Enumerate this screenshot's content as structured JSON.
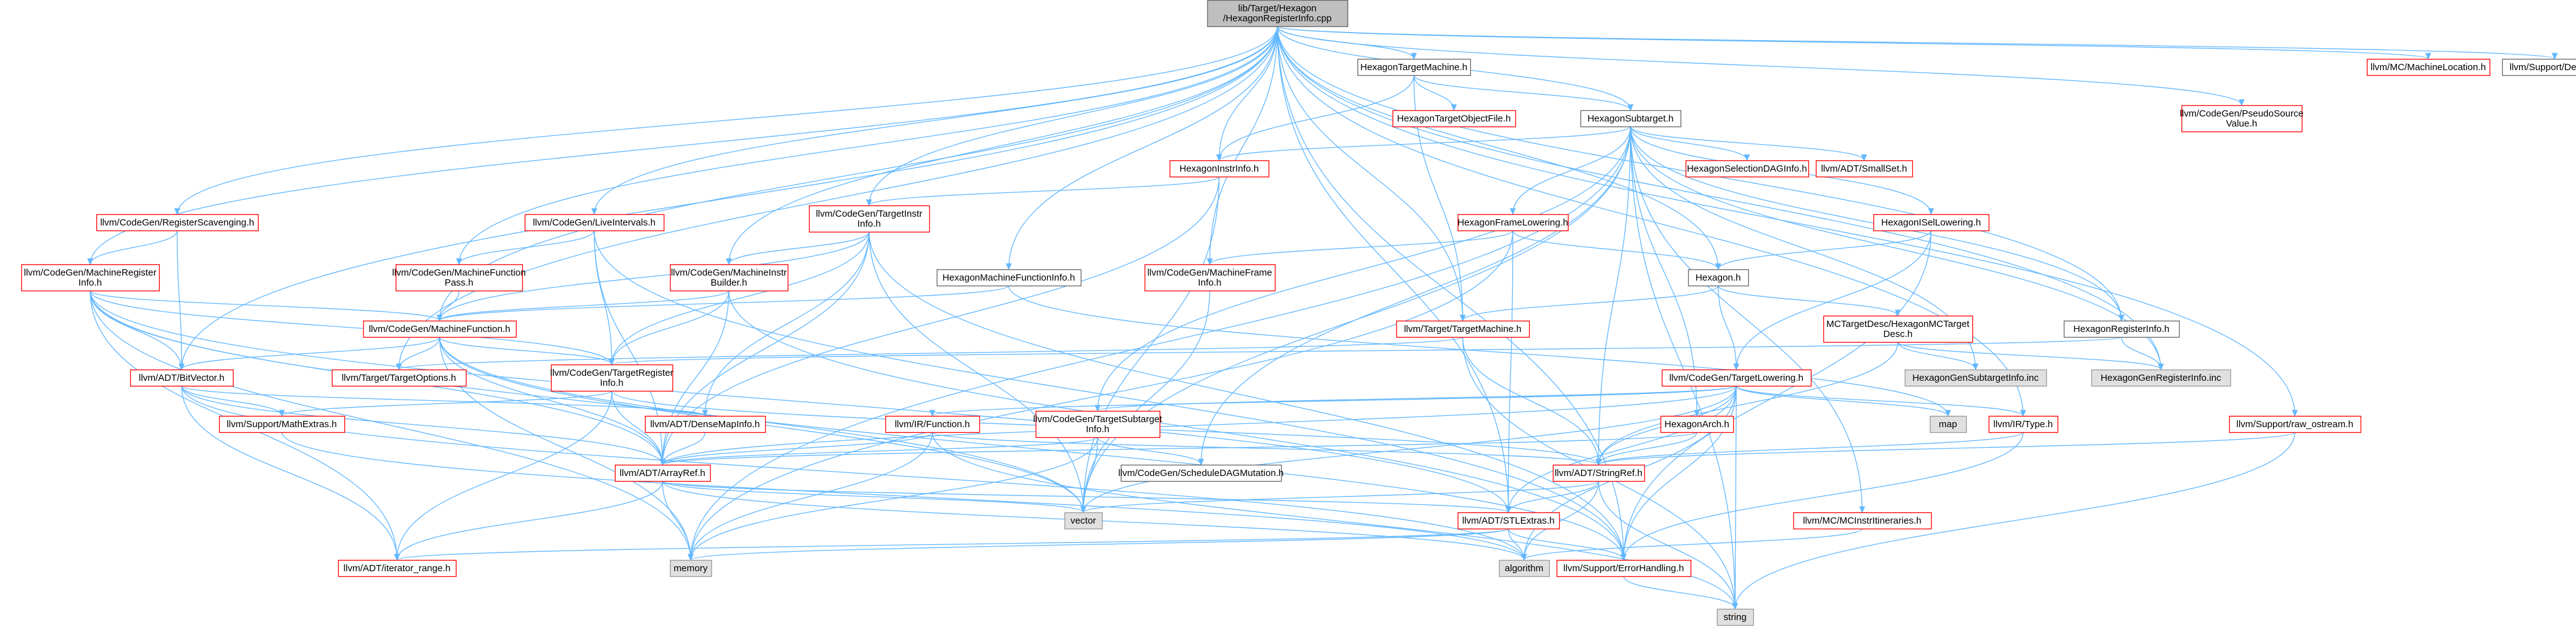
{
  "page": {
    "title": "lib/Target/Hexagon/HexagonRegisterInfo.cpp",
    "diagram_type": "include-dependency-graph"
  },
  "colors": {
    "root_fill": "#bfbfbf",
    "normal_fill": "#ffffff",
    "normal_border": "#666666",
    "linked_border": "#ff0000",
    "external_fill": "#e0e0e0",
    "external_border": "#999999",
    "edge": "#63b8ff"
  },
  "diagram": {
    "nodes": [
      {
        "id": "root",
        "lines": [
          "lib/Target/Hexagon",
          "/HexagonRegisterInfo.cpp"
        ],
        "kind": "root"
      },
      {
        "id": "htm",
        "lines": [
          "HexagonTargetMachine.h"
        ],
        "kind": "normal"
      },
      {
        "id": "mcloc",
        "lines": [
          "llvm/MC/MachineLocation.h"
        ],
        "kind": "link"
      },
      {
        "id": "debug",
        "lines": [
          "llvm/Support/Debug.h"
        ],
        "kind": "normal"
      },
      {
        "id": "htof",
        "lines": [
          "HexagonTargetObjectFile.h"
        ],
        "kind": "link"
      },
      {
        "id": "hsub",
        "lines": [
          "HexagonSubtarget.h"
        ],
        "kind": "normal"
      },
      {
        "id": "psv",
        "lines": [
          "llvm/CodeGen/PseudoSource",
          "Value.h"
        ],
        "kind": "link"
      },
      {
        "id": "hii",
        "lines": [
          "HexagonInstrInfo.h"
        ],
        "kind": "link"
      },
      {
        "id": "hsdag",
        "lines": [
          "HexagonSelectionDAGInfo.h"
        ],
        "kind": "link"
      },
      {
        "id": "smallset",
        "lines": [
          "llvm/ADT/SmallSet.h"
        ],
        "kind": "link"
      },
      {
        "id": "tii",
        "lines": [
          "llvm/CodeGen/TargetInstr",
          "Info.h"
        ],
        "kind": "link"
      },
      {
        "id": "regscav",
        "lines": [
          "llvm/CodeGen/RegisterScavenging.h"
        ],
        "kind": "link"
      },
      {
        "id": "liveint",
        "lines": [
          "llvm/CodeGen/LiveIntervals.h"
        ],
        "kind": "link"
      },
      {
        "id": "hfl",
        "lines": [
          "HexagonFrameLowering.h"
        ],
        "kind": "link"
      },
      {
        "id": "hisel",
        "lines": [
          "HexagonISelLowering.h"
        ],
        "kind": "link"
      },
      {
        "id": "mri",
        "lines": [
          "llvm/CodeGen/MachineRegister",
          "Info.h"
        ],
        "kind": "link"
      },
      {
        "id": "mfp",
        "lines": [
          "llvm/CodeGen/MachineFunction",
          "Pass.h"
        ],
        "kind": "link"
      },
      {
        "id": "mib",
        "lines": [
          "llvm/CodeGen/MachineInstr",
          "Builder.h"
        ],
        "kind": "link"
      },
      {
        "id": "hmfi",
        "lines": [
          "HexagonMachineFunctionInfo.h"
        ],
        "kind": "normal"
      },
      {
        "id": "mfi",
        "lines": [
          "llvm/CodeGen/MachineFrame",
          "Info.h"
        ],
        "kind": "link"
      },
      {
        "id": "hexh",
        "lines": [
          "Hexagon.h"
        ],
        "kind": "normal"
      },
      {
        "id": "mf",
        "lines": [
          "llvm/CodeGen/MachineFunction.h"
        ],
        "kind": "link"
      },
      {
        "id": "tm",
        "lines": [
          "llvm/Target/TargetMachine.h"
        ],
        "kind": "link"
      },
      {
        "id": "mctd",
        "lines": [
          "MCTargetDesc/HexagonMCTarget",
          "Desc.h"
        ],
        "kind": "link"
      },
      {
        "id": "hri",
        "lines": [
          "HexagonRegisterInfo.h"
        ],
        "kind": "normal"
      },
      {
        "id": "bitvec",
        "lines": [
          "llvm/ADT/BitVector.h"
        ],
        "kind": "link"
      },
      {
        "id": "topt",
        "lines": [
          "llvm/Target/TargetOptions.h"
        ],
        "kind": "link"
      },
      {
        "id": "tri",
        "lines": [
          "llvm/CodeGen/TargetRegister",
          "Info.h"
        ],
        "kind": "link"
      },
      {
        "id": "hgsub",
        "lines": [
          "HexagonGenSubtargetInfo.inc"
        ],
        "kind": "ext"
      },
      {
        "id": "hgreg",
        "lines": [
          "HexagonGenRegisterInfo.inc"
        ],
        "kind": "ext"
      },
      {
        "id": "tl",
        "lines": [
          "llvm/CodeGen/TargetLowering.h"
        ],
        "kind": "link"
      },
      {
        "id": "map",
        "lines": [
          "map"
        ],
        "kind": "ext"
      },
      {
        "id": "irtype",
        "lines": [
          "llvm/IR/Type.h"
        ],
        "kind": "link"
      },
      {
        "id": "rawos",
        "lines": [
          "llvm/Support/raw_ostream.h"
        ],
        "kind": "link"
      },
      {
        "id": "mathx",
        "lines": [
          "llvm/Support/MathExtras.h"
        ],
        "kind": "link"
      },
      {
        "id": "densemap",
        "lines": [
          "llvm/ADT/DenseMapInfo.h"
        ],
        "kind": "link"
      },
      {
        "id": "irfunc",
        "lines": [
          "llvm/IR/Function.h"
        ],
        "kind": "link"
      },
      {
        "id": "tsi",
        "lines": [
          "llvm/CodeGen/TargetSubtarget",
          "Info.h"
        ],
        "kind": "link"
      },
      {
        "id": "harch",
        "lines": [
          "HexagonArch.h"
        ],
        "kind": "link"
      },
      {
        "id": "arrayref",
        "lines": [
          "llvm/ADT/ArrayRef.h"
        ],
        "kind": "link"
      },
      {
        "id": "sdm",
        "lines": [
          "llvm/CodeGen/ScheduleDAGMutation.h"
        ],
        "kind": "normal"
      },
      {
        "id": "strref",
        "lines": [
          "llvm/ADT/StringRef.h"
        ],
        "kind": "link"
      },
      {
        "id": "vector",
        "lines": [
          "vector"
        ],
        "kind": "ext"
      },
      {
        "id": "stlext",
        "lines": [
          "llvm/ADT/STLExtras.h"
        ],
        "kind": "link"
      },
      {
        "id": "mciti",
        "lines": [
          "llvm/MC/MCInstrItineraries.h"
        ],
        "kind": "link"
      },
      {
        "id": "memory",
        "lines": [
          "memory"
        ],
        "kind": "ext"
      },
      {
        "id": "iterrange",
        "lines": [
          "llvm/ADT/iterator_range.h"
        ],
        "kind": "link"
      },
      {
        "id": "algorithm",
        "lines": [
          "algorithm"
        ],
        "kind": "ext"
      },
      {
        "id": "errh",
        "lines": [
          "llvm/Support/ErrorHandling.h"
        ],
        "kind": "link"
      },
      {
        "id": "string",
        "lines": [
          "string"
        ],
        "kind": "ext"
      }
    ],
    "edges": [
      [
        "root",
        "htm"
      ],
      [
        "root",
        "mcloc"
      ],
      [
        "root",
        "debug"
      ],
      [
        "root",
        "hsub"
      ],
      [
        "root",
        "psv"
      ],
      [
        "root",
        "hii"
      ],
      [
        "root",
        "tii"
      ],
      [
        "root",
        "regscav"
      ],
      [
        "root",
        "liveint"
      ],
      [
        "root",
        "mri"
      ],
      [
        "root",
        "mfp"
      ],
      [
        "root",
        "mib"
      ],
      [
        "root",
        "hmfi"
      ],
      [
        "root",
        "mfi"
      ],
      [
        "root",
        "hexh"
      ],
      [
        "root",
        "mf"
      ],
      [
        "root",
        "tm"
      ],
      [
        "root",
        "hri"
      ],
      [
        "root",
        "bitvec"
      ],
      [
        "root",
        "topt"
      ],
      [
        "root",
        "hgreg"
      ],
      [
        "root",
        "irtype"
      ],
      [
        "root",
        "rawos"
      ],
      [
        "root",
        "stlext"
      ],
      [
        "root",
        "errh"
      ],
      [
        "htm",
        "htof"
      ],
      [
        "htm",
        "hsub"
      ],
      [
        "htm",
        "tm"
      ],
      [
        "htm",
        "hii"
      ],
      [
        "hsub",
        "hii"
      ],
      [
        "hsub",
        "hsdag"
      ],
      [
        "hsub",
        "smallset"
      ],
      [
        "hsub",
        "hfl"
      ],
      [
        "hsub",
        "hisel"
      ],
      [
        "hsub",
        "hri"
      ],
      [
        "hsub",
        "harch"
      ],
      [
        "hsub",
        "hgsub"
      ],
      [
        "hsub",
        "hgreg"
      ],
      [
        "hsub",
        "tsi"
      ],
      [
        "hsub",
        "sdm"
      ],
      [
        "hsub",
        "strref"
      ],
      [
        "hsub",
        "mciti"
      ],
      [
        "hsub",
        "memory"
      ],
      [
        "hsub",
        "string"
      ],
      [
        "hsub",
        "vector"
      ],
      [
        "hii",
        "tii"
      ],
      [
        "hii",
        "arrayref"
      ],
      [
        "hii",
        "vector"
      ],
      [
        "tii",
        "mf"
      ],
      [
        "tii",
        "tri"
      ],
      [
        "tii",
        "densemap"
      ],
      [
        "tii",
        "arrayref"
      ],
      [
        "tii",
        "vector"
      ],
      [
        "tii",
        "errh"
      ],
      [
        "tii",
        "mib"
      ],
      [
        "regscav",
        "mri"
      ],
      [
        "regscav",
        "bitvec"
      ],
      [
        "liveint",
        "mfp"
      ],
      [
        "liveint",
        "tri"
      ],
      [
        "liveint",
        "arrayref"
      ],
      [
        "liveint",
        "errh"
      ],
      [
        "hfl",
        "hexh"
      ],
      [
        "hfl",
        "mfi"
      ],
      [
        "hfl",
        "stlext"
      ],
      [
        "hfl",
        "memory"
      ],
      [
        "hisel",
        "hexh"
      ],
      [
        "hisel",
        "tl"
      ],
      [
        "hisel",
        "errh"
      ],
      [
        "mri",
        "mf"
      ],
      [
        "mri",
        "bitvec"
      ],
      [
        "mri",
        "tri"
      ],
      [
        "mri",
        "arrayref"
      ],
      [
        "mri",
        "iterrange"
      ],
      [
        "mri",
        "memory"
      ],
      [
        "mri",
        "vector"
      ],
      [
        "mri",
        "stlext"
      ],
      [
        "mfp",
        "mf"
      ],
      [
        "mib",
        "mf"
      ],
      [
        "mib",
        "tri"
      ],
      [
        "mib",
        "errh"
      ],
      [
        "mib",
        "arrayref"
      ],
      [
        "hmfi",
        "mf"
      ],
      [
        "hmfi",
        "map"
      ],
      [
        "mfi",
        "vector"
      ],
      [
        "hexh",
        "tm"
      ],
      [
        "hexh",
        "mctd"
      ],
      [
        "hexh",
        "tl"
      ],
      [
        "mf",
        "bitvec"
      ],
      [
        "mf",
        "arrayref"
      ],
      [
        "mf",
        "tri"
      ],
      [
        "mf",
        "topt"
      ],
      [
        "mf",
        "memory"
      ],
      [
        "mf",
        "errh"
      ],
      [
        "mf",
        "vector"
      ],
      [
        "tm",
        "topt"
      ],
      [
        "tm",
        "strref"
      ],
      [
        "tm",
        "string"
      ],
      [
        "mctd",
        "hgsub"
      ],
      [
        "mctd",
        "hgreg"
      ],
      [
        "mctd",
        "strref"
      ],
      [
        "hri",
        "hgreg"
      ],
      [
        "hri",
        "tri"
      ],
      [
        "bitvec",
        "mathx"
      ],
      [
        "bitvec",
        "arrayref"
      ],
      [
        "bitvec",
        "iterrange"
      ],
      [
        "bitvec",
        "algorithm"
      ],
      [
        "bitvec",
        "densemap"
      ],
      [
        "tri",
        "arrayref"
      ],
      [
        "tri",
        "mathx"
      ],
      [
        "tri",
        "iterrange"
      ],
      [
        "tri",
        "strref"
      ],
      [
        "tl",
        "irfunc"
      ],
      [
        "tl",
        "tsi"
      ],
      [
        "tl",
        "irtype"
      ],
      [
        "tl",
        "arrayref"
      ],
      [
        "tl",
        "strref"
      ],
      [
        "tl",
        "stlext"
      ],
      [
        "tl",
        "map"
      ],
      [
        "tl",
        "vector"
      ],
      [
        "tl",
        "algorithm"
      ],
      [
        "tl",
        "string"
      ],
      [
        "tl",
        "errh"
      ],
      [
        "irtype",
        "strref"
      ],
      [
        "irtype",
        "errh"
      ],
      [
        "rawos",
        "strref"
      ],
      [
        "rawos",
        "string"
      ],
      [
        "mathx",
        "algorithm"
      ],
      [
        "densemap",
        "arrayref"
      ],
      [
        "irfunc",
        "arrayref"
      ],
      [
        "irfunc",
        "strref"
      ],
      [
        "irfunc",
        "string"
      ],
      [
        "irfunc",
        "memory"
      ],
      [
        "tsi",
        "arrayref"
      ],
      [
        "tsi",
        "sdm"
      ],
      [
        "tsi",
        "memory"
      ],
      [
        "tsi",
        "vector"
      ],
      [
        "harch",
        "arrayref"
      ],
      [
        "harch",
        "strref"
      ],
      [
        "arrayref",
        "memory"
      ],
      [
        "arrayref",
        "vector"
      ],
      [
        "arrayref",
        "stlext"
      ],
      [
        "arrayref",
        "algorithm"
      ],
      [
        "arrayref",
        "iterrange"
      ],
      [
        "strref",
        "vector"
      ],
      [
        "strref",
        "stlext"
      ],
      [
        "strref",
        "algorithm"
      ],
      [
        "strref",
        "string"
      ],
      [
        "stlext",
        "iterrange"
      ],
      [
        "stlext",
        "algorithm"
      ],
      [
        "stlext",
        "errh"
      ],
      [
        "stlext",
        "memory"
      ],
      [
        "mciti",
        "algorithm"
      ],
      [
        "errh",
        "string"
      ]
    ]
  }
}
